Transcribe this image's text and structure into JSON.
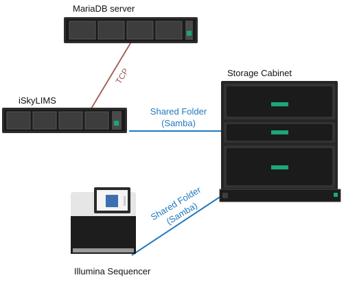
{
  "nodes": {
    "mariadb": {
      "label": "MariaDB server"
    },
    "iskylims": {
      "label": "iSkyLIMS"
    },
    "storage": {
      "label": "Storage Cabinet"
    },
    "sequencer": {
      "label": "Illumina Sequencer"
    }
  },
  "edges": {
    "tcp": {
      "label": "TCP",
      "color": "#a3645c"
    },
    "shared_top": {
      "line1": "Shared Folder",
      "line2": "(Samba)",
      "color": "#1f78c1"
    },
    "shared_bottom": {
      "line1": "Shared Folder",
      "line2": "(Samba)",
      "color": "#1f78c1"
    }
  },
  "colors": {
    "server_body": "#3a3a3a",
    "server_bezel": "#1c1c1c",
    "storage_accent": "#1ea67a"
  }
}
